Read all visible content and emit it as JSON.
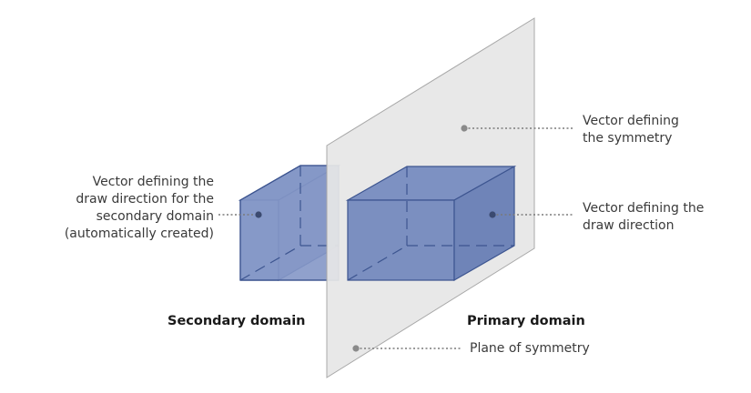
{
  "labels": {
    "symmetry_vector": "Vector defining\nthe symmetry",
    "draw_direction_vector": "Vector defining the\ndraw direction",
    "secondary_vector": "Vector defining the\ndraw direction for the\nsecondary domain\n(automatically created)",
    "plane_of_symmetry": "Plane of symmetry",
    "secondary_domain": "Secondary domain",
    "primary_domain": "Primary domain"
  },
  "colors": {
    "plane_fill": "#e6e6e6",
    "plane_edge": "#a8a8a8",
    "secondary_box": "#7f93c3",
    "primary_box": "#7388bb",
    "box_edge": "#3d5590",
    "leader_line": "#7a7a7a",
    "point": "#8a8a8a"
  }
}
